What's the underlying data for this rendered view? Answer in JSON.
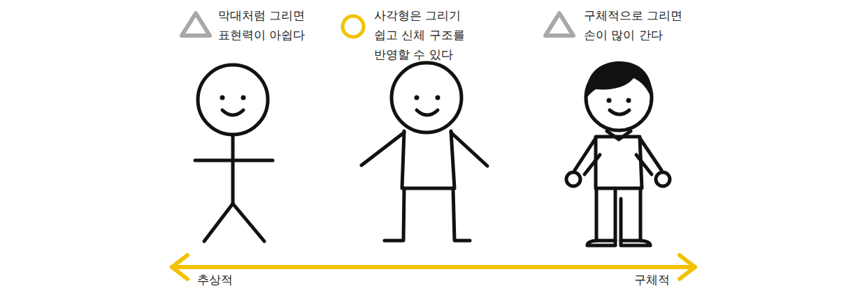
{
  "diagram": {
    "labels": [
      "막대처럼 그리면 표현력이 아쉽다",
      "사각형은 그리기 쉽고 신체 구조를 반영할 수 있다",
      "구체적으로 그리면 손이 많이 간다",
      "추상적",
      "구체적"
    ]
  }
}
